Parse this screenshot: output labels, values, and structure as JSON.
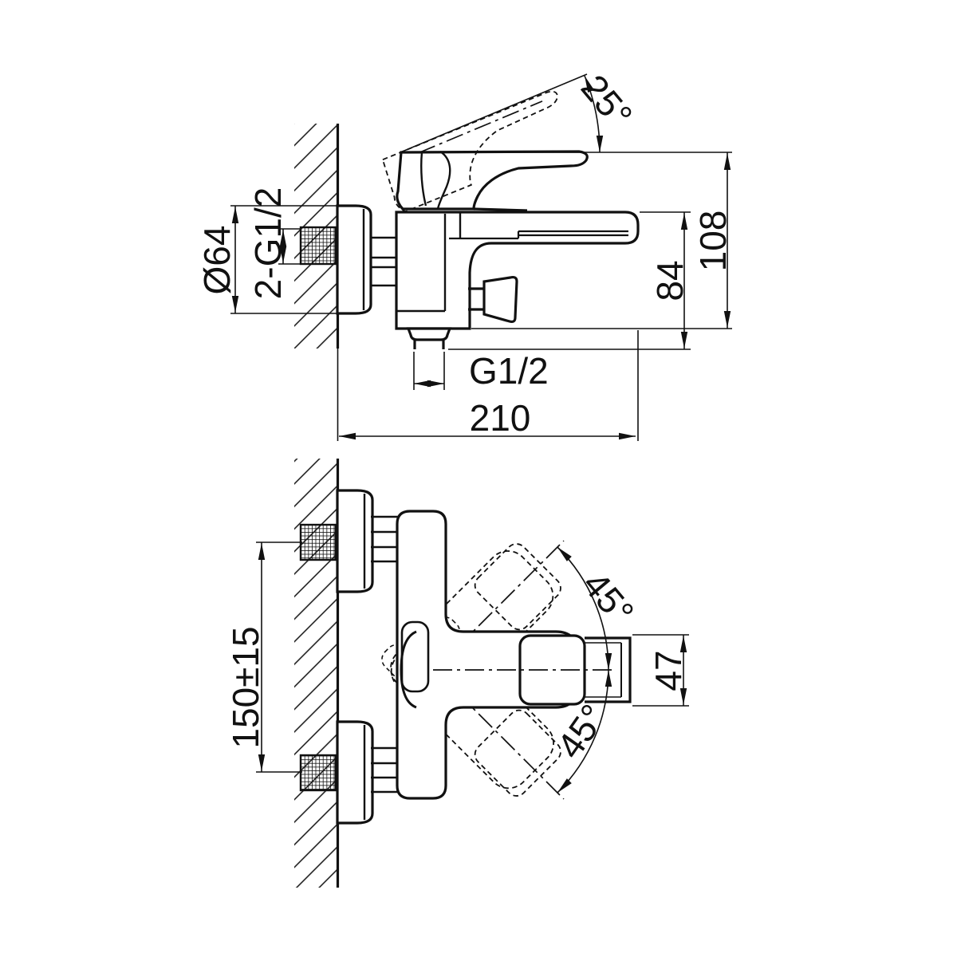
{
  "drawing": {
    "type": "technical-dimension-drawing",
    "subject": "wall-mounted single-lever bath mixer faucet, side view and front view",
    "colors": {
      "line": "#111111",
      "background": "#ffffff"
    },
    "labels": {
      "handle_angle": "25°",
      "flange_diameter": "Ø64",
      "wall_thread": "2-G1/2",
      "total_height": "108",
      "spout_height": "84",
      "outlet_thread": "G1/2",
      "total_depth": "210",
      "inlet_spacing": "150±15",
      "swing_upper": "45°",
      "swing_lower": "45°",
      "spout_width": "47"
    }
  }
}
